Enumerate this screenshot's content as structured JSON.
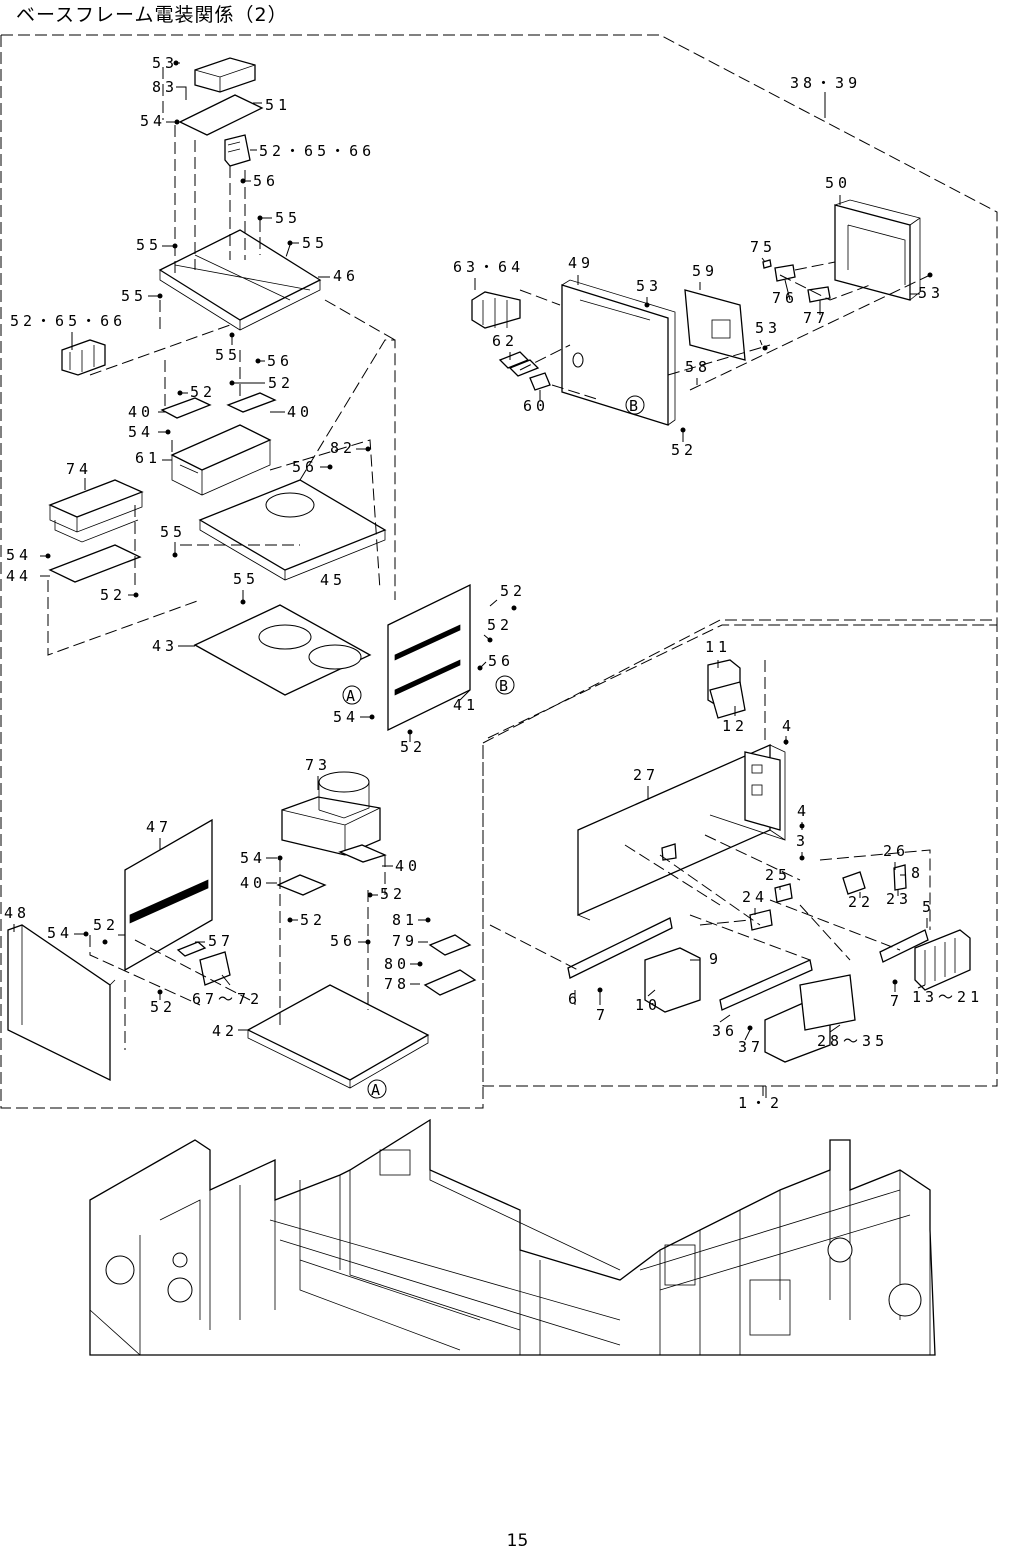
{
  "title": "ベースフレーム電装関係（2）",
  "page_number": "15",
  "box_labels": {
    "main_left": "38・39",
    "right_lower": "1・2"
  },
  "ref_circles": {
    "a": "A",
    "b": "B"
  },
  "callouts": {
    "c53a": "53",
    "c83": "83",
    "c51": "51",
    "c54a": "54",
    "c526566a": "52・65・66",
    "c56a": "56",
    "c55a": "55",
    "c55b": "55",
    "c55c": "55",
    "c46": "46",
    "c55d": "55",
    "c526566b": "52・65・66",
    "c55e": "55",
    "c56b": "56",
    "c52a": "52",
    "c52b": "52",
    "c40a": "40",
    "c40b": "40",
    "c54b": "54",
    "c61": "61",
    "c82": "82",
    "c56c": "56",
    "c74": "74",
    "c55f": "55",
    "c54c": "54",
    "c44": "44",
    "c52c": "52",
    "c55g": "55",
    "c45": "45",
    "c43": "43",
    "c52d": "52",
    "c52e": "52",
    "c56d": "56",
    "c54d": "54",
    "c41": "41",
    "c52f": "52",
    "c6364": "63・64",
    "c49": "49",
    "c53b": "53",
    "c59": "59",
    "c75": "75",
    "c50": "50",
    "c76": "76",
    "c77": "77",
    "c53c": "53",
    "c53d": "53",
    "c62": "62",
    "c58": "58",
    "c60": "60",
    "c52g": "52",
    "c73": "73",
    "c47": "47",
    "c54e": "54",
    "c40c": "40",
    "c40d": "40",
    "c52h": "52",
    "c52i": "52",
    "c48": "48",
    "c54f": "54",
    "c52j": "52",
    "c57": "57",
    "c81": "81",
    "c56e": "56",
    "c79": "79",
    "c80": "80",
    "c78": "78",
    "c52k": "52",
    "c6772": "67～72",
    "c42": "42",
    "c11": "11",
    "c12": "12",
    "c4a": "4",
    "c27": "27",
    "c4b": "4",
    "c3": "3",
    "c26": "26",
    "c25": "25",
    "c8": "8",
    "c24": "24",
    "c22": "22",
    "c23": "23",
    "c5": "5",
    "c9": "9",
    "c6": "6",
    "c7a": "7",
    "c10": "10",
    "c7b": "7",
    "c1321": "13～21",
    "c36": "36",
    "c37": "37",
    "c2835": "28～35"
  }
}
